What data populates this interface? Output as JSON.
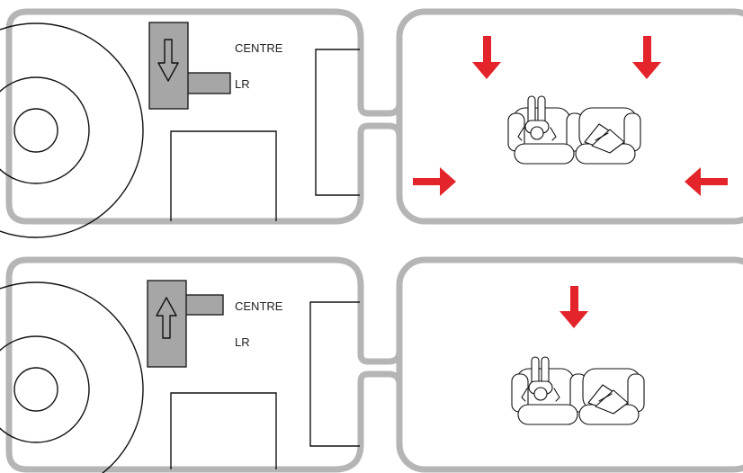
{
  "colors": {
    "panel_outline": "#b5b5b5",
    "line": "#111111",
    "switch_fill": "#a6a6a6",
    "arrow": "#e3242b"
  },
  "panels": [
    {
      "id": "top",
      "switch_position": "lower",
      "switch_arrow_icon": "arrow-down-icon",
      "labels": {
        "centre": "CENTRE",
        "lr": "LR"
      },
      "sound_direction": "surround-four-directions"
    },
    {
      "id": "bottom",
      "switch_position": "upper",
      "switch_arrow_icon": "arrow-up-icon",
      "labels": {
        "centre": "CENTRE",
        "lr": "LR"
      },
      "sound_direction": "front-centre"
    }
  ]
}
